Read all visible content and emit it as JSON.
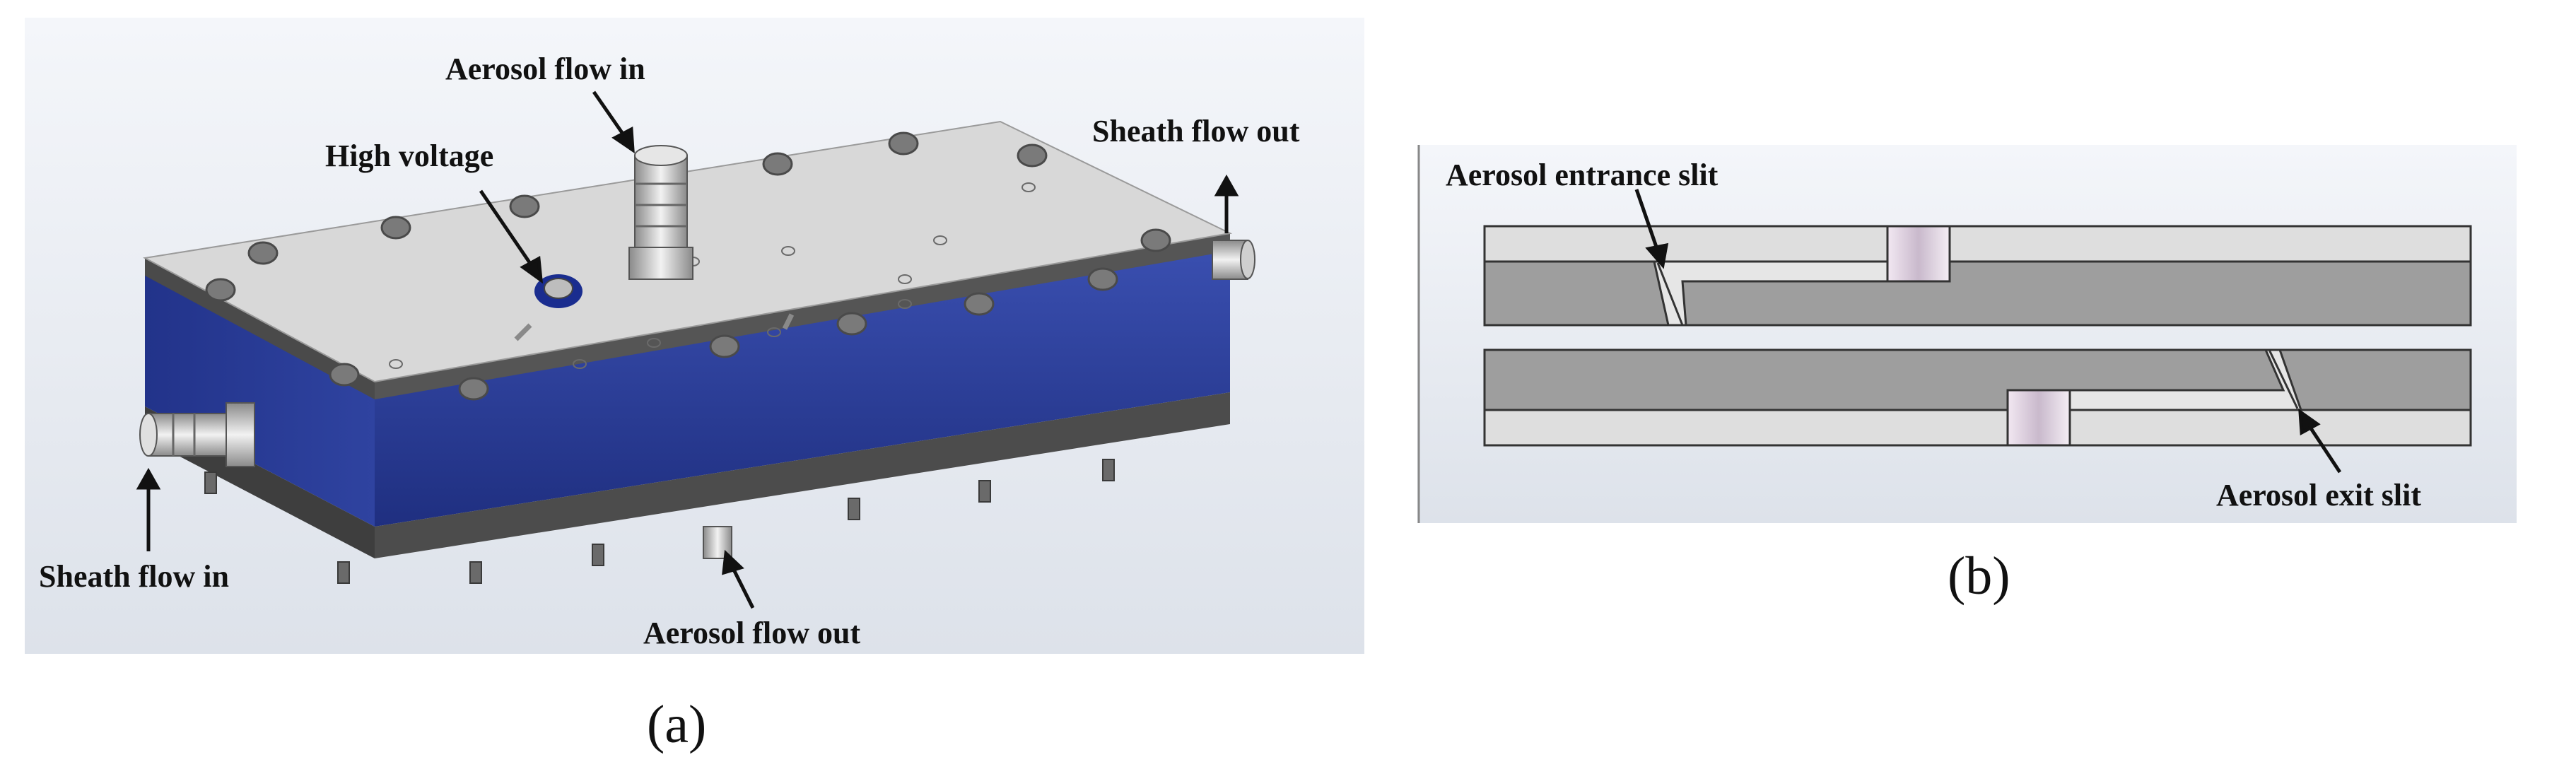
{
  "figure_a": {
    "caption": "(a)",
    "labels": {
      "aerosol_flow_in": "Aerosol flow in",
      "high_voltage": "High voltage",
      "sheath_flow_out": "Sheath flow out",
      "sheath_flow_in": "Sheath flow in",
      "aerosol_flow_out": "Aerosol flow out"
    }
  },
  "figure_b": {
    "caption": "(b)",
    "labels": {
      "aerosol_entrance_slit": "Aerosol entrance slit",
      "aerosol_exit_slit": "Aerosol exit slit"
    }
  },
  "colors": {
    "background_panel": "#e7ebf1",
    "top_plate": "#d6d6d6",
    "blue_body": "#2a3d98",
    "dark_plate": "#4a4a4a",
    "light_plate": "#dedede",
    "gray_plate": "#9e9e9e"
  }
}
